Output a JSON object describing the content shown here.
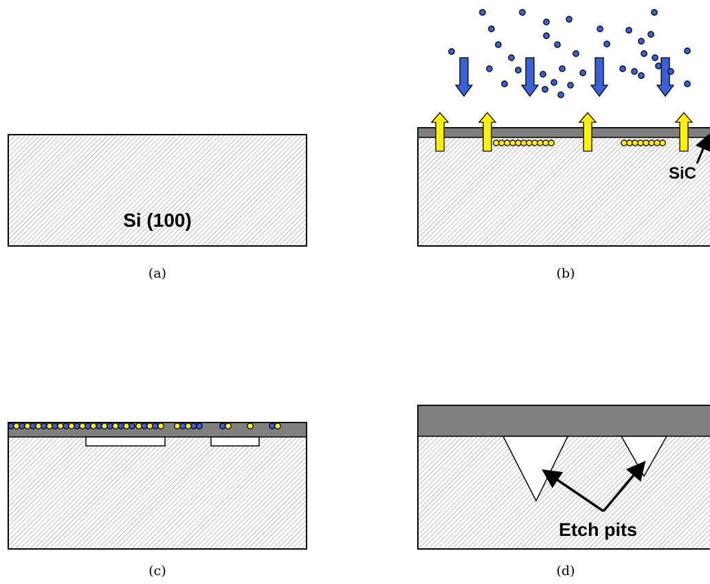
{
  "panels": {
    "a": {
      "caption": "(a)",
      "substrate_label": "Si (100)"
    },
    "b": {
      "caption": "(b)",
      "layer_label": "SiC"
    },
    "c": {
      "caption": "(c)"
    },
    "d": {
      "caption": "(d)",
      "pits_label": "Etch pits"
    }
  },
  "colors": {
    "substrate_fill": "#ffffff",
    "hatch": "#7a7a7a",
    "sic_layer": "#7f7f7f",
    "carbon_blue": "#3a62d8",
    "silicon_yellow": "#fff200",
    "outline": "#000000"
  }
}
